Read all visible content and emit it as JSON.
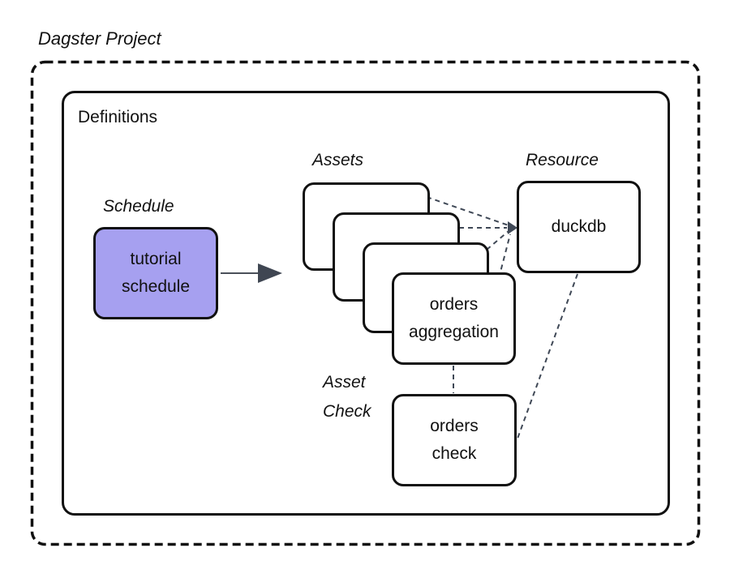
{
  "diagram": {
    "title": "Dagster Project",
    "definitions": {
      "label": "Definitions"
    },
    "schedule": {
      "label": "Schedule",
      "node_lines": [
        "tutorial",
        "schedule"
      ]
    },
    "assets": {
      "label": "Assets",
      "stack_count": 4,
      "front_node_lines": [
        "orders",
        "aggregation"
      ]
    },
    "resource": {
      "label": "Resource",
      "node": "duckdb"
    },
    "asset_check": {
      "label_lines": [
        "Asset",
        "Check"
      ],
      "node_lines": [
        "orders",
        "check"
      ]
    },
    "colors": {
      "schedule_node_fill": "#a6a0f0",
      "node_border": "#111111",
      "connector": "#3f4856",
      "background": "#ffffff"
    }
  }
}
